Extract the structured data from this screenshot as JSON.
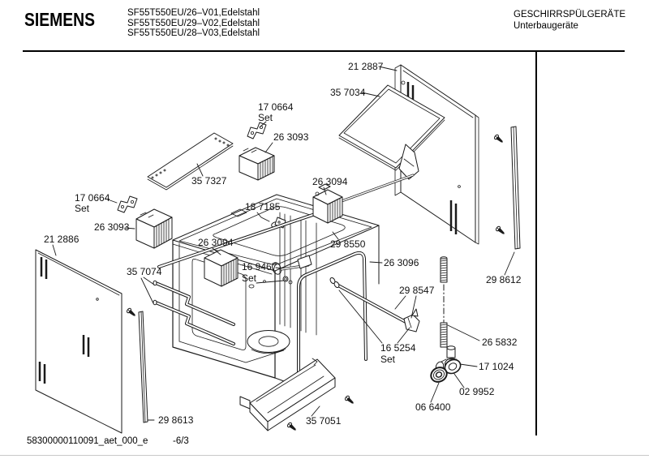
{
  "header": {
    "brand": "SIEMENS",
    "models": [
      "SF55T550EU/26–V01,Edelstahl",
      "SF55T550EU/29–V02,Edelstahl",
      "SF55T550EU/28–V03,Edelstahl"
    ],
    "category": "GESCHIRRSPÜLGERÄTE",
    "subcategory": "Unterbaugeräte"
  },
  "footer": {
    "doc_code": "58300000110091_aet_000_e",
    "page": "-6/3"
  },
  "colors": {
    "line": "#1a1a1a",
    "divider": "#000000"
  },
  "diagram": {
    "description": "Exploded parts view of built-under dishwasher chassis",
    "part_labels": [
      "21 2887",
      "35 7034",
      "17 0664",
      "Set",
      "26 3093",
      "35 7327",
      "26 3094",
      "17 0664",
      "Set",
      "18 7185",
      "26 3093",
      "21 2886",
      "26 3094",
      "29 8550",
      "35 7074",
      "16 9467",
      "Set",
      "26 3096",
      "29 8547",
      "29 8612",
      "26 5832",
      "17 1024",
      "16 5254",
      "Set",
      "02 9952",
      "06 6400",
      "29 8613",
      "35 7051"
    ]
  }
}
